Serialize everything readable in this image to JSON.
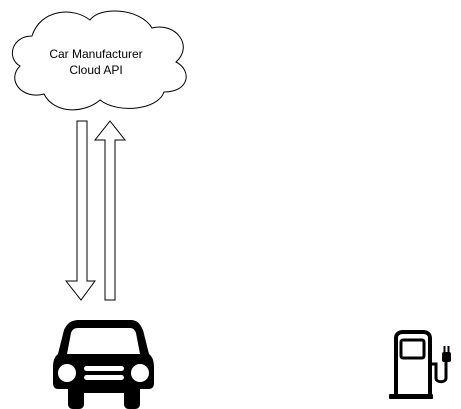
{
  "cloud": {
    "label_line1": "Car Manufacturer",
    "label_line2": "Cloud API"
  },
  "arrows": [
    {
      "from": "cloud",
      "to": "car",
      "direction": "down"
    },
    {
      "from": "car",
      "to": "cloud",
      "direction": "up"
    }
  ],
  "icons": {
    "car": "car-icon",
    "charger": "ev-charging-station-icon"
  },
  "colors": {
    "stroke": "#000000",
    "fill": "#ffffff",
    "icon_fill": "#000000"
  }
}
